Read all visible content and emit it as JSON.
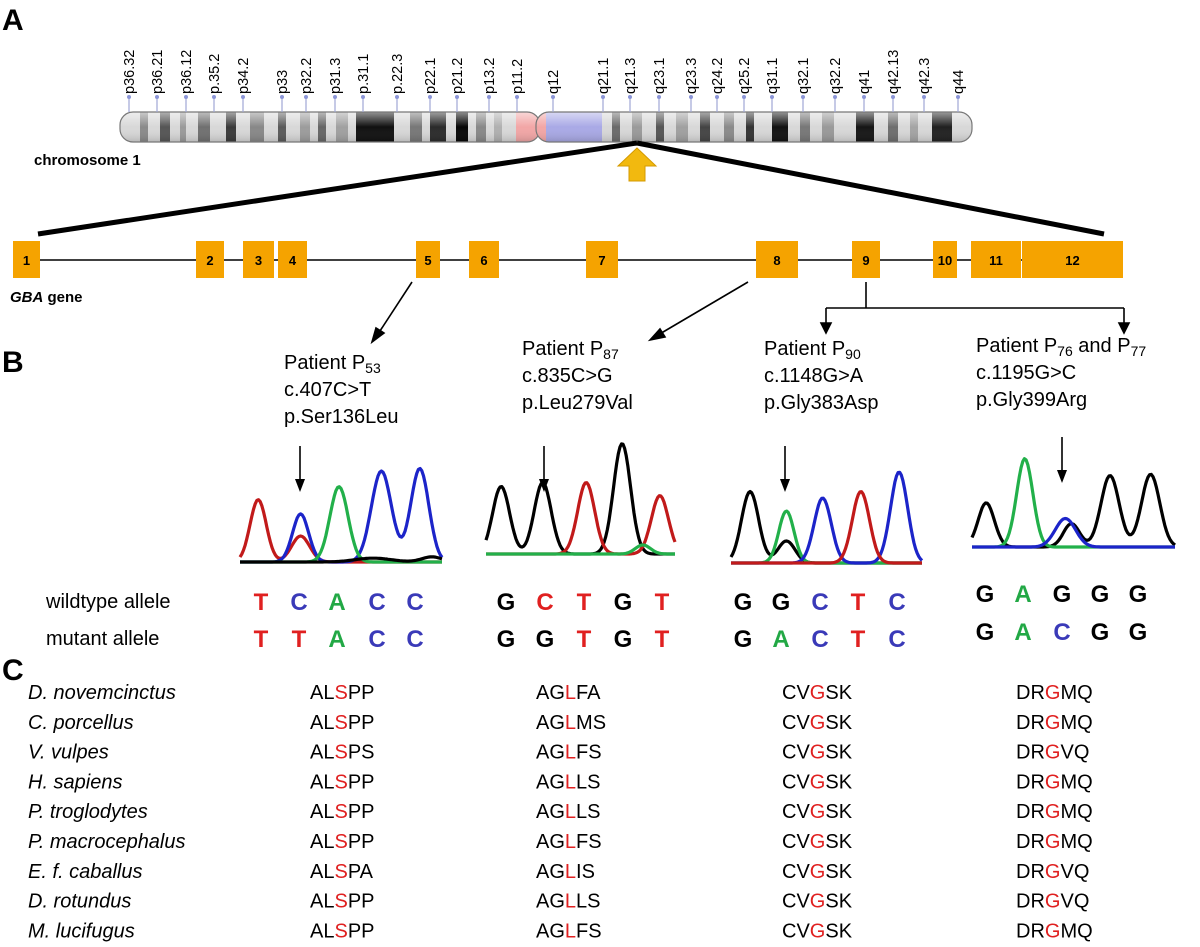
{
  "panel_labels": {
    "a": "A",
    "b": "B",
    "c": "C"
  },
  "chromosome": {
    "label": "chromosome 1",
    "bands": [
      "p36.32",
      "p36.21",
      "p36.12",
      "p.35.2",
      "p34.2",
      "p33",
      "p32.2",
      "p31.3",
      "p.31.1",
      "p.22.3",
      "p22.1",
      "p21.2",
      "p13.2",
      "p11.2",
      "q12",
      "q21.1",
      "q21.3",
      "q23.1",
      "q23.3",
      "q24.2",
      "q25.2",
      "q31.1",
      "q32.1",
      "q32.2",
      "q41",
      "q42.13",
      "q42.3",
      "q44"
    ],
    "arrow_color": "#f2b90f"
  },
  "gene": {
    "name": "GBA",
    "suffix": " gene",
    "exons": [
      "1",
      "2",
      "3",
      "4",
      "5",
      "6",
      "7",
      "8",
      "9",
      "10",
      "11",
      "12"
    ],
    "exon_color": "#f5a300"
  },
  "mutations": [
    {
      "patient_prefix": "Patient P",
      "patient_sub": "53",
      "patient_mid": "",
      "patient_sub2": "",
      "cdna": "c.407C>T",
      "protein": "p.Ser136Leu",
      "wildtype": [
        {
          "b": "T",
          "c": "#e02020"
        },
        {
          "b": "C",
          "c": "#3a3ab8"
        },
        {
          "b": "A",
          "c": "#22a845"
        },
        {
          "b": "C",
          "c": "#3a3ab8"
        },
        {
          "b": "C",
          "c": "#3a3ab8"
        }
      ],
      "mutant": [
        {
          "b": "T",
          "c": "#e02020"
        },
        {
          "b": "T",
          "c": "#e02020"
        },
        {
          "b": "A",
          "c": "#22a845"
        },
        {
          "b": "C",
          "c": "#3a3ab8"
        },
        {
          "b": "C",
          "c": "#3a3ab8"
        }
      ]
    },
    {
      "patient_prefix": "Patient P",
      "patient_sub": "87",
      "patient_mid": "",
      "patient_sub2": "",
      "cdna": "c.835C>G",
      "protein": "p.Leu279Val",
      "wildtype": [
        {
          "b": "G",
          "c": "#000000"
        },
        {
          "b": "C",
          "c": "#e02020"
        },
        {
          "b": "T",
          "c": "#e02020"
        },
        {
          "b": "G",
          "c": "#000000"
        },
        {
          "b": "T",
          "c": "#e02020"
        }
      ],
      "mutant": [
        {
          "b": "G",
          "c": "#000000"
        },
        {
          "b": "G",
          "c": "#000000"
        },
        {
          "b": "T",
          "c": "#e02020"
        },
        {
          "b": "G",
          "c": "#000000"
        },
        {
          "b": "T",
          "c": "#e02020"
        }
      ]
    },
    {
      "patient_prefix": "Patient P",
      "patient_sub": "90",
      "patient_mid": "",
      "patient_sub2": "",
      "cdna": "c.1148G>A",
      "protein": "p.Gly383Asp",
      "wildtype": [
        {
          "b": "G",
          "c": "#000000"
        },
        {
          "b": "G",
          "c": "#000000"
        },
        {
          "b": "C",
          "c": "#3a3ab8"
        },
        {
          "b": "T",
          "c": "#e02020"
        },
        {
          "b": "C",
          "c": "#3a3ab8"
        }
      ],
      "mutant": [
        {
          "b": "G",
          "c": "#000000"
        },
        {
          "b": "A",
          "c": "#22a845"
        },
        {
          "b": "C",
          "c": "#3a3ab8"
        },
        {
          "b": "T",
          "c": "#e02020"
        },
        {
          "b": "C",
          "c": "#3a3ab8"
        }
      ]
    },
    {
      "patient_prefix": "Patient P",
      "patient_sub": "76",
      "patient_mid": " and P",
      "patient_sub2": "77",
      "cdna": "c.1195G>C",
      "protein": "p.Gly399Arg",
      "wildtype": [
        {
          "b": "G",
          "c": "#000000"
        },
        {
          "b": "A",
          "c": "#22a845"
        },
        {
          "b": "G",
          "c": "#000000"
        },
        {
          "b": "G",
          "c": "#000000"
        },
        {
          "b": "G",
          "c": "#000000"
        }
      ],
      "mutant": [
        {
          "b": "G",
          "c": "#000000"
        },
        {
          "b": "A",
          "c": "#22a845"
        },
        {
          "b": "C",
          "c": "#3a3ab8"
        },
        {
          "b": "G",
          "c": "#000000"
        },
        {
          "b": "G",
          "c": "#000000"
        }
      ]
    }
  ],
  "allele_labels": {
    "wildtype": "wildtype allele",
    "mutant": "mutant allele"
  },
  "alignment": {
    "highlight_color": "#e02020",
    "species": [
      {
        "name": "D. novemcinctus",
        "seqs": [
          "ALSPP",
          "AGLFA",
          "CVGSK",
          "DRGMQ"
        ]
      },
      {
        "name": "C. porcellus",
        "seqs": [
          "ALSPP",
          "AGLMS",
          "CVGSK",
          "DRGMQ"
        ]
      },
      {
        "name": "V. vulpes",
        "seqs": [
          "ALSPS",
          "AGLFS",
          "CVGSK",
          "DRGVQ"
        ]
      },
      {
        "name": "H. sapiens",
        "seqs": [
          "ALSPP",
          "AGLLS",
          "CVGSK",
          "DRGMQ"
        ]
      },
      {
        "name": "P. troglodytes",
        "seqs": [
          "ALSPP",
          "AGLLS",
          "CVGSK",
          "DRGMQ"
        ]
      },
      {
        "name": "P. macrocephalus",
        "seqs": [
          "ALSPP",
          "AGLFS",
          "CVGSK",
          "DRGMQ"
        ]
      },
      {
        "name": "E. f. caballus",
        "seqs": [
          "ALSPA",
          "AGLIS",
          "CVGSK",
          "DRGVQ"
        ]
      },
      {
        "name": "D. rotundus",
        "seqs": [
          "ALSPP",
          "AGLLS",
          "CVGSK",
          "DRGVQ"
        ]
      },
      {
        "name": "M. lucifugus",
        "seqs": [
          "ALSPP",
          "AGLFS",
          "CVGSK",
          "DRGMQ"
        ]
      }
    ]
  }
}
